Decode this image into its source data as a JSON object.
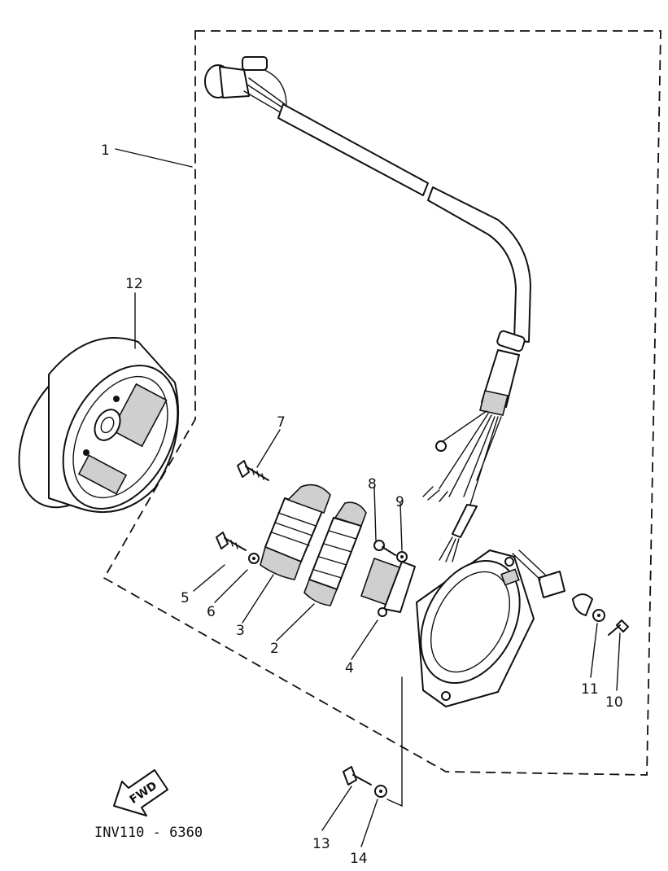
{
  "diagram_code": "INV110 - 6360",
  "direction_arrow": "FWD",
  "callouts": [
    {
      "id": "c1",
      "text": "1"
    },
    {
      "id": "c2",
      "text": "2"
    },
    {
      "id": "c3",
      "text": "3"
    },
    {
      "id": "c4",
      "text": "4"
    },
    {
      "id": "c5",
      "text": "5"
    },
    {
      "id": "c6",
      "text": "6"
    },
    {
      "id": "c7",
      "text": "7"
    },
    {
      "id": "c8",
      "text": "8"
    },
    {
      "id": "c9",
      "text": "9"
    },
    {
      "id": "c10",
      "text": "10"
    },
    {
      "id": "c11",
      "text": "11"
    },
    {
      "id": "c12",
      "text": "12"
    },
    {
      "id": "c13",
      "text": "13"
    },
    {
      "id": "c14",
      "text": "14"
    }
  ]
}
